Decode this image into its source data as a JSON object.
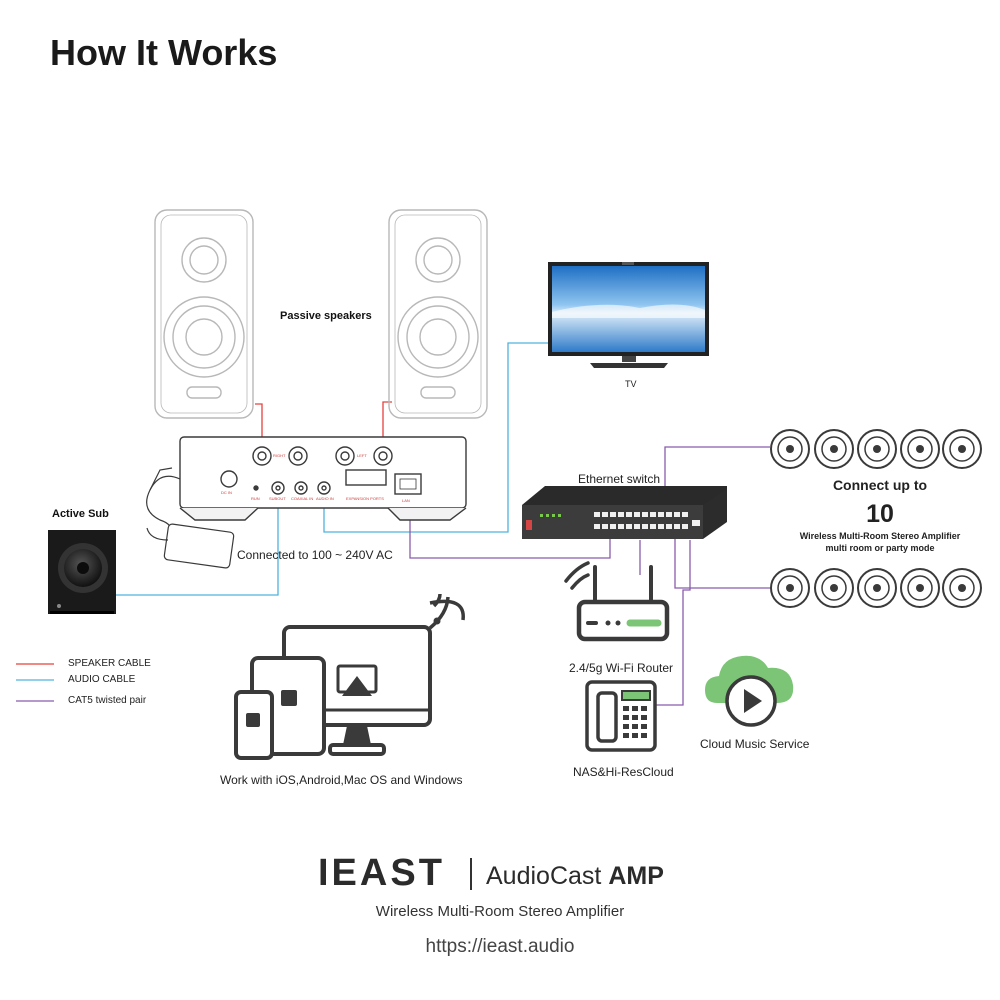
{
  "title": "How It Works",
  "labels": {
    "passive_speakers": "Passive speakers",
    "tv": "TV",
    "active_sub": "Active Sub",
    "power": "Connected to 100 ~ 240V AC",
    "ethernet_switch": "Ethernet switch",
    "connect_up_to": "Connect up to",
    "connect_count": "10",
    "connect_desc_1": "Wireless Multi-Room Stereo Amplifier",
    "connect_desc_2": "multi room or party mode",
    "router": "2.4/5g Wi-Fi Router",
    "nas": "NAS&Hi-ResCloud",
    "cloud": "Cloud Music Service",
    "devices": "Work with iOS,Android,Mac OS and Windows"
  },
  "amp_ports": {
    "right": "RIGHT",
    "left": "LEFT",
    "dc_in": "DC IN",
    "run": "RUN",
    "subout": "SUBOUT",
    "coaxial_in": "COAXIAL IN",
    "audio_in": "AUDIO IN",
    "expansion": "EXPANSION PORTS",
    "lan": "LAN"
  },
  "legend": [
    {
      "label": "SPEAKER CABLE",
      "color": "#e8403f"
    },
    {
      "label": "AUDIO CABLE",
      "color": "#4fb3dd"
    },
    {
      "label": "CAT5 twisted pair",
      "color": "#8a5cae"
    }
  ],
  "footer": {
    "brand": "IEAST",
    "product_prefix": "AudioCast",
    "product_suffix": "AMP",
    "subtitle": "Wireless  Multi-Room Stereo Amplifier",
    "url": "https://ieast.audio"
  },
  "colors": {
    "speaker_cable": "#e8403f",
    "audio_cable": "#4fb3dd",
    "cat5": "#8a5cae",
    "cloud": "#7cc576",
    "outline": "#3a3a3a"
  }
}
